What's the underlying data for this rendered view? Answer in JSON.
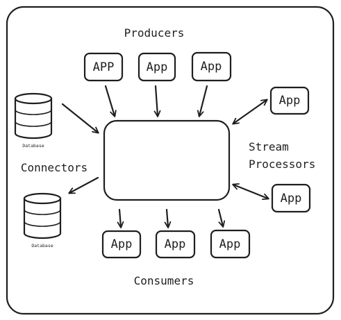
{
  "diagram": {
    "producers_label": "Producers",
    "connectors_label": "Connectors",
    "consumers_label": "Consumers",
    "stream_label_line1": "Stream",
    "stream_label_line2": "Processors",
    "producers": [
      {
        "label": "APP"
      },
      {
        "label": "App"
      },
      {
        "label": "App"
      }
    ],
    "processors": [
      {
        "label": "App"
      },
      {
        "label": "App"
      }
    ],
    "consumers": [
      {
        "label": "App"
      },
      {
        "label": "App"
      },
      {
        "label": "App"
      }
    ],
    "databases": [
      {
        "label": "Database"
      },
      {
        "label": "Database"
      }
    ]
  }
}
